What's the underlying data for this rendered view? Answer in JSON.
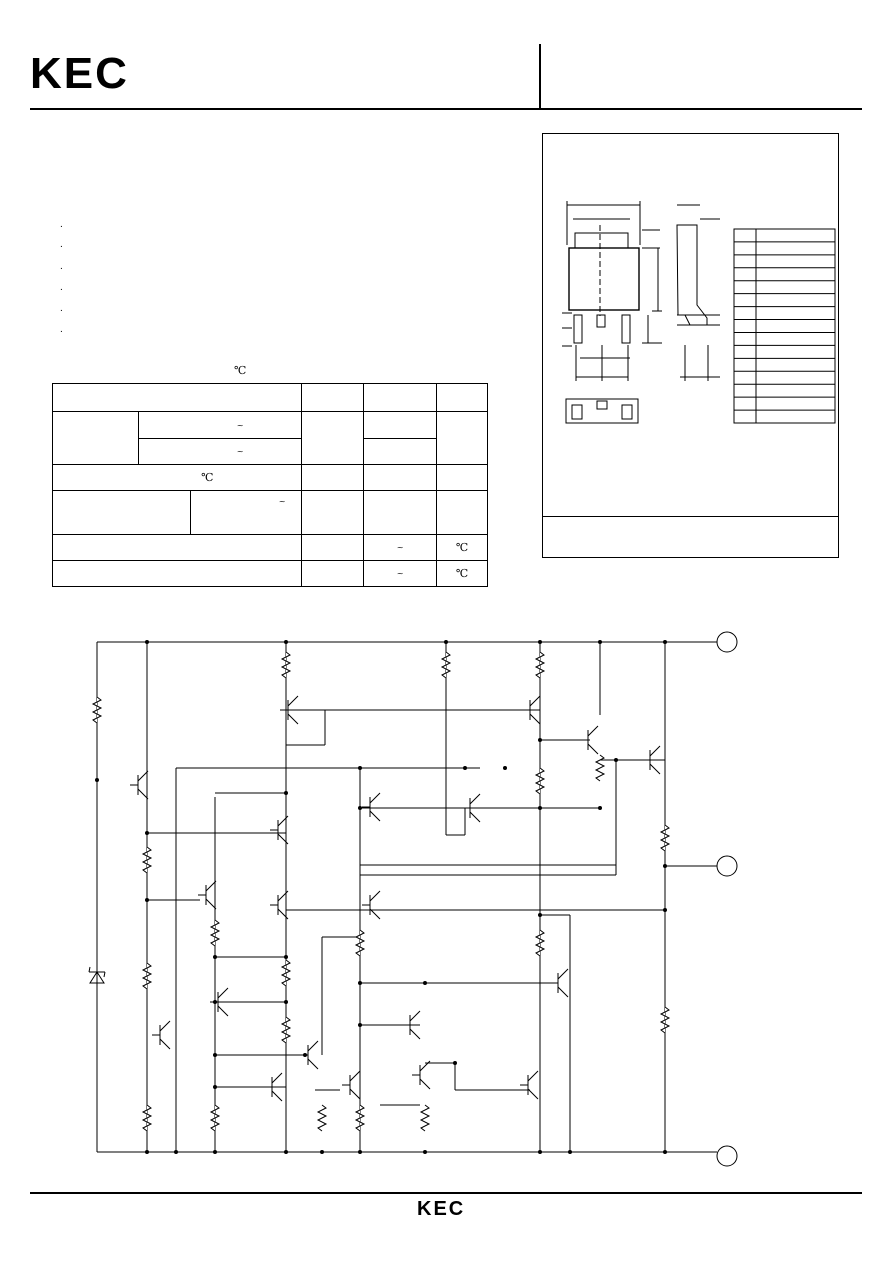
{
  "header": {
    "logo_text": "KEC"
  },
  "features": {
    "bullets": [
      ".",
      ".",
      ".",
      ".",
      ".",
      "."
    ]
  },
  "ratings": {
    "temp_unit_marker": "℃",
    "rows": [
      {
        "cells": [
          "",
          "",
          "",
          "",
          ""
        ]
      },
      {
        "cells": [
          "",
          "~",
          "",
          "",
          ""
        ]
      },
      {
        "cells": [
          "",
          "~",
          "",
          "",
          ""
        ]
      },
      {
        "cells": [
          "℃",
          "",
          "",
          ""
        ]
      },
      {
        "cells": [
          "",
          "~",
          "",
          "",
          ""
        ]
      },
      {
        "cells": [
          "",
          "",
          "~",
          "℃"
        ]
      },
      {
        "cells": [
          "",
          "",
          "~",
          "℃"
        ]
      }
    ]
  },
  "package": {
    "dim_table_rows": 15
  },
  "footer": {
    "logo_text": "KEC"
  }
}
